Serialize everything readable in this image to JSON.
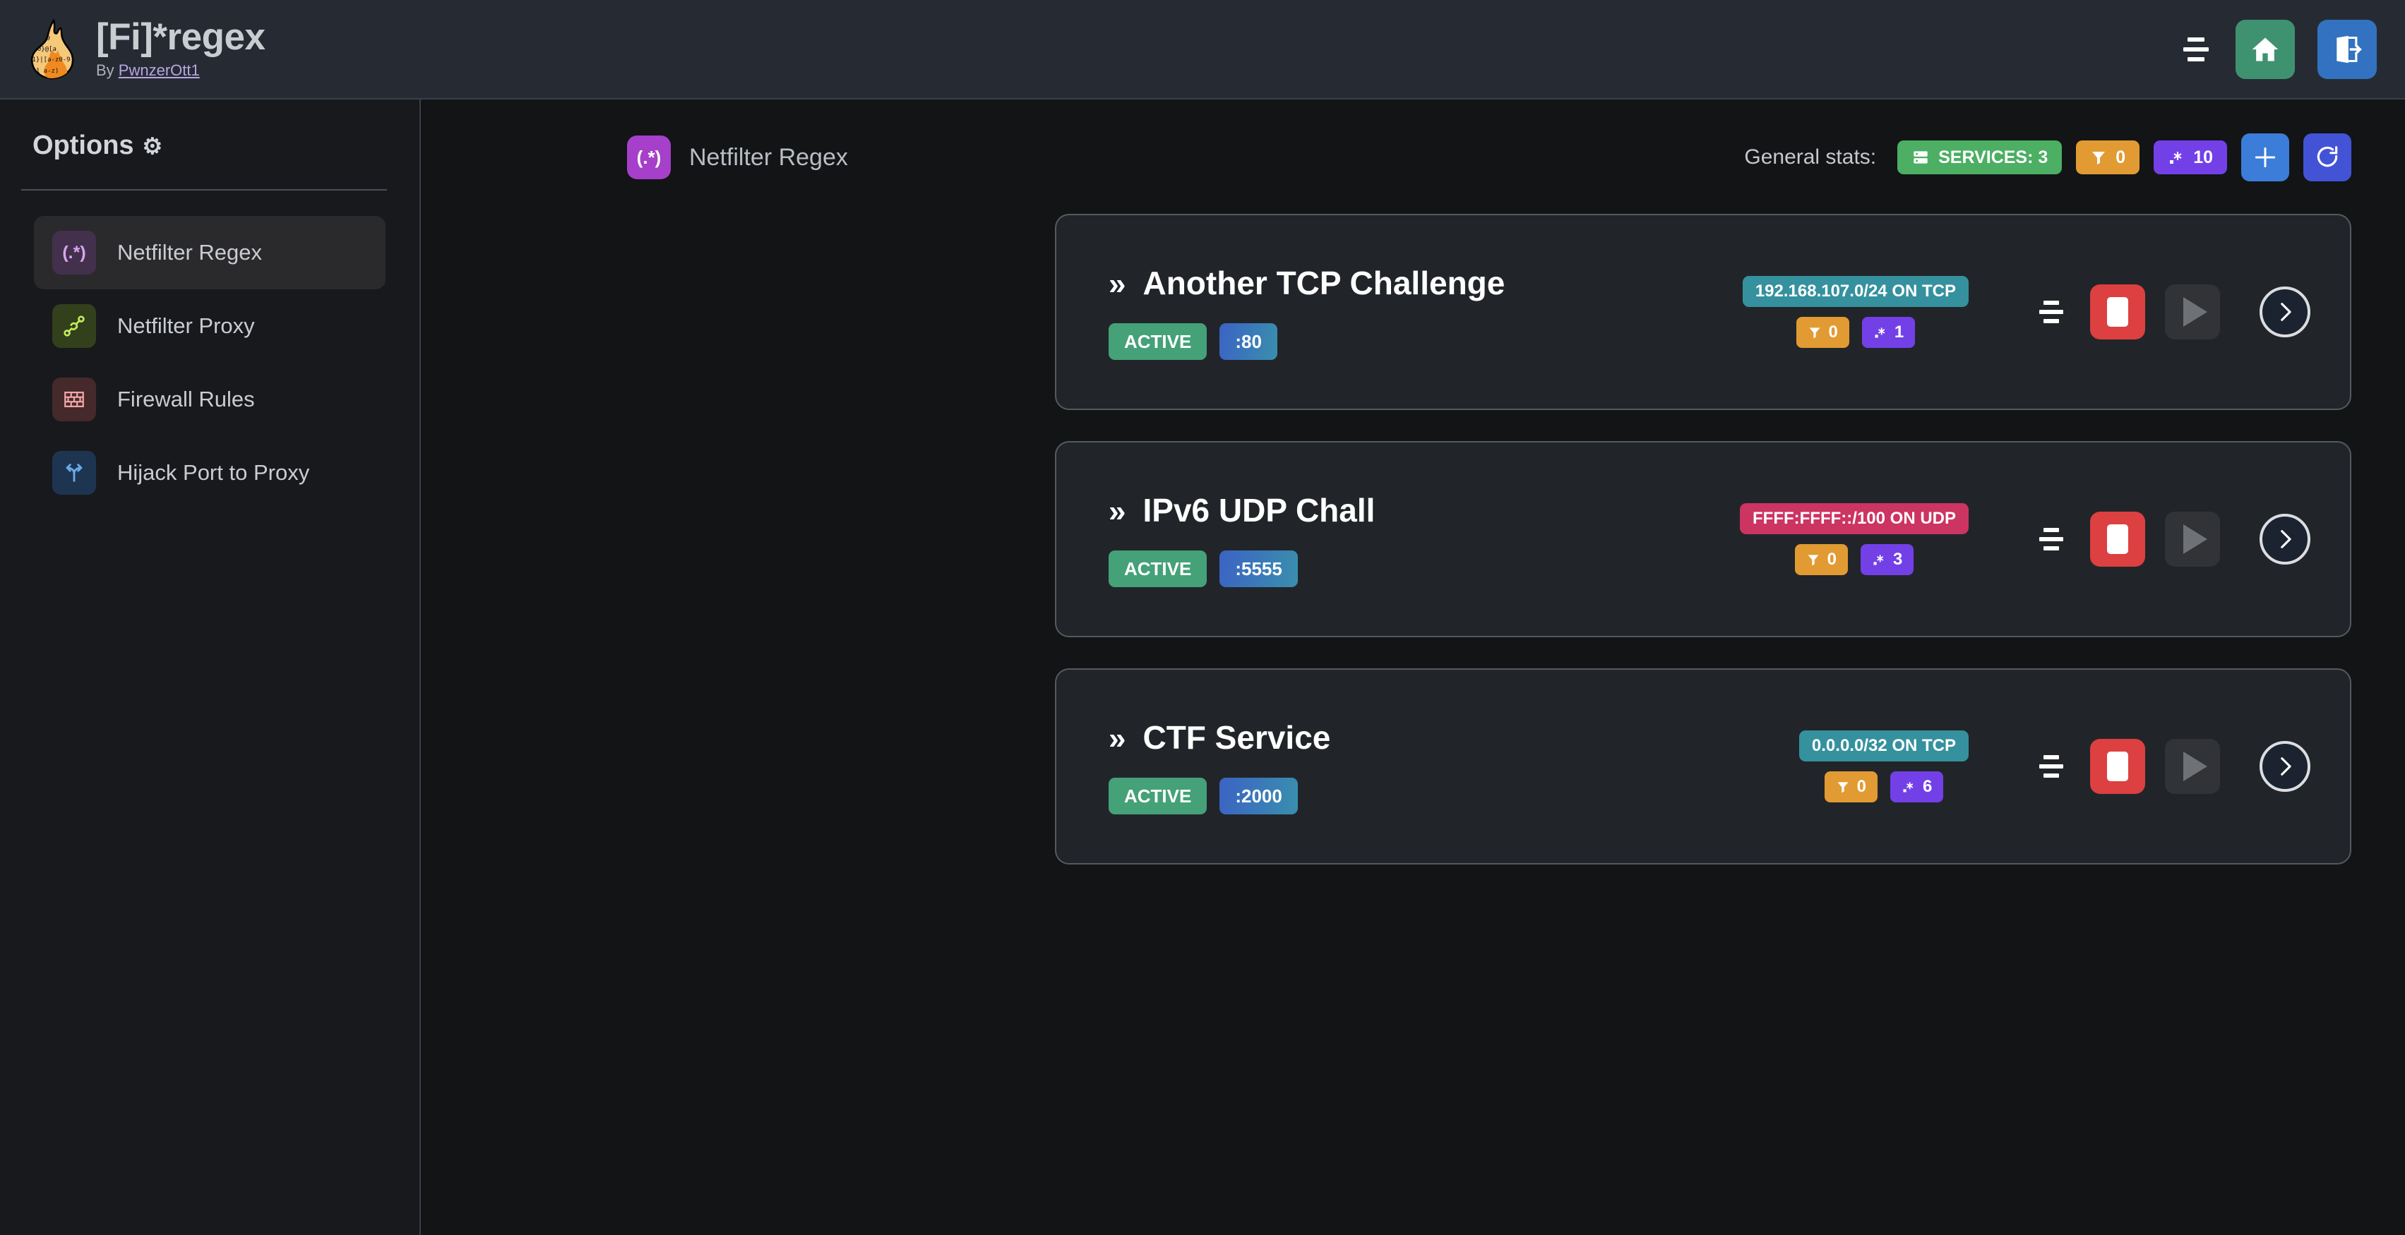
{
  "header": {
    "app_title": "[Fi]*regex",
    "by_prefix": "By ",
    "author": "PwnzerOtt1",
    "menu_icon": "filter-menu-icon",
    "home_icon": "home-icon",
    "logout_icon": "logout-icon",
    "colors": {
      "bg": "#262b33",
      "home": "#3f9270",
      "logout": "#3272c0"
    }
  },
  "sidebar": {
    "title": "Options",
    "gear_icon": "gear-icon",
    "items": [
      {
        "label": "Netfilter Regex",
        "icon": "regex-icon",
        "glyph": "(.*)",
        "active": true
      },
      {
        "label": "Netfilter Proxy",
        "icon": "plug-icon",
        "glyph": "",
        "active": false
      },
      {
        "label": "Firewall Rules",
        "icon": "brick-wall-icon",
        "glyph": "",
        "active": false
      },
      {
        "label": "Hijack Port to Proxy",
        "icon": "fork-arrow-icon",
        "glyph": "",
        "active": false
      }
    ]
  },
  "content": {
    "page_icon": "regex-icon",
    "page_icon_glyph": "(.*)",
    "page_title": "Netfilter Regex",
    "stats_label": "General stats:",
    "stats": [
      {
        "name": "services-badge",
        "icon": "server-icon",
        "label": "SERVICES: 3",
        "color": "#4caf63"
      },
      {
        "name": "filters-badge",
        "icon": "funnel-icon",
        "label": "0",
        "color": "#e29a32"
      },
      {
        "name": "regexes-badge",
        "icon": "regex-icon",
        "label": "10",
        "color": "#7340e8"
      }
    ],
    "add_button_icon": "plus-icon",
    "refresh_button_icon": "refresh-icon"
  },
  "services": [
    {
      "chevron": "»",
      "title": "Another TCP Challenge",
      "status": "ACTIVE",
      "port": ":80",
      "network": "192.168.107.0/24 ON TCP",
      "network_color": "#35919e",
      "filters_count": "0",
      "regex_count": "1",
      "menu_icon": "filter-menu-icon",
      "stop_icon": "stop-icon",
      "play_icon": "play-icon",
      "details_icon": "chevron-right-icon"
    },
    {
      "chevron": "»",
      "title": "IPv6 UDP Chall",
      "status": "ACTIVE",
      "port": ":5555",
      "network": "FFFF:FFFF::/100 ON UDP",
      "network_color": "#cc3462",
      "filters_count": "0",
      "regex_count": "3",
      "menu_icon": "filter-menu-icon",
      "stop_icon": "stop-icon",
      "play_icon": "play-icon",
      "details_icon": "chevron-right-icon"
    },
    {
      "chevron": "»",
      "title": "CTF Service",
      "status": "ACTIVE",
      "port": ":2000",
      "network": "0.0.0.0/32 ON TCP",
      "network_color": "#35919e",
      "filters_count": "0",
      "regex_count": "6",
      "menu_icon": "filter-menu-icon",
      "stop_icon": "stop-icon",
      "play_icon": "play-icon",
      "details_icon": "chevron-right-icon"
    }
  ]
}
